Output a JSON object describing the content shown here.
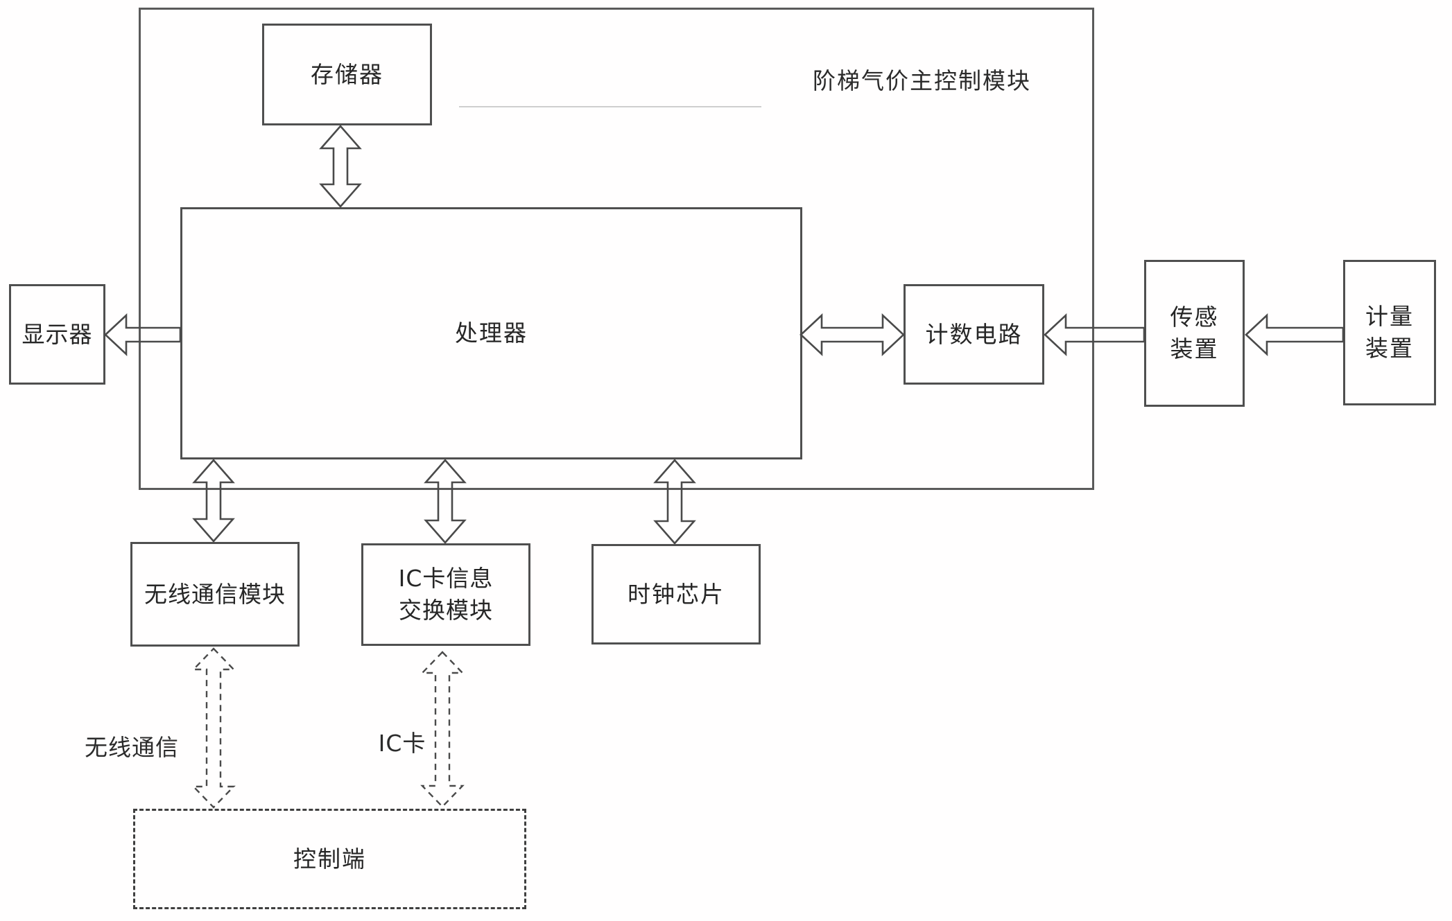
{
  "figure": {
    "title": "阶梯气价主控制模块",
    "ink_color": "#4a4a4a",
    "background_color": "#ffffff",
    "nodes": {
      "memory": {
        "label": "存储器"
      },
      "processor": {
        "label": "处理器"
      },
      "display": {
        "label": "显示器"
      },
      "counting_circuit": {
        "label": "计数电路"
      },
      "sensor_device": {
        "lines": [
          "传感",
          "装置"
        ]
      },
      "metering_device": {
        "lines": [
          "计量",
          "装置"
        ]
      },
      "wireless_module": {
        "label": "无线通信模块"
      },
      "ic_card_module": {
        "lines": [
          "IC卡信息",
          "交换模块"
        ]
      },
      "clock_chip": {
        "label": "时钟芯片"
      },
      "control_terminal": {
        "label": "控制端"
      }
    },
    "link_labels": {
      "wireless": "无线通信",
      "ic_card": "IC卡"
    }
  }
}
